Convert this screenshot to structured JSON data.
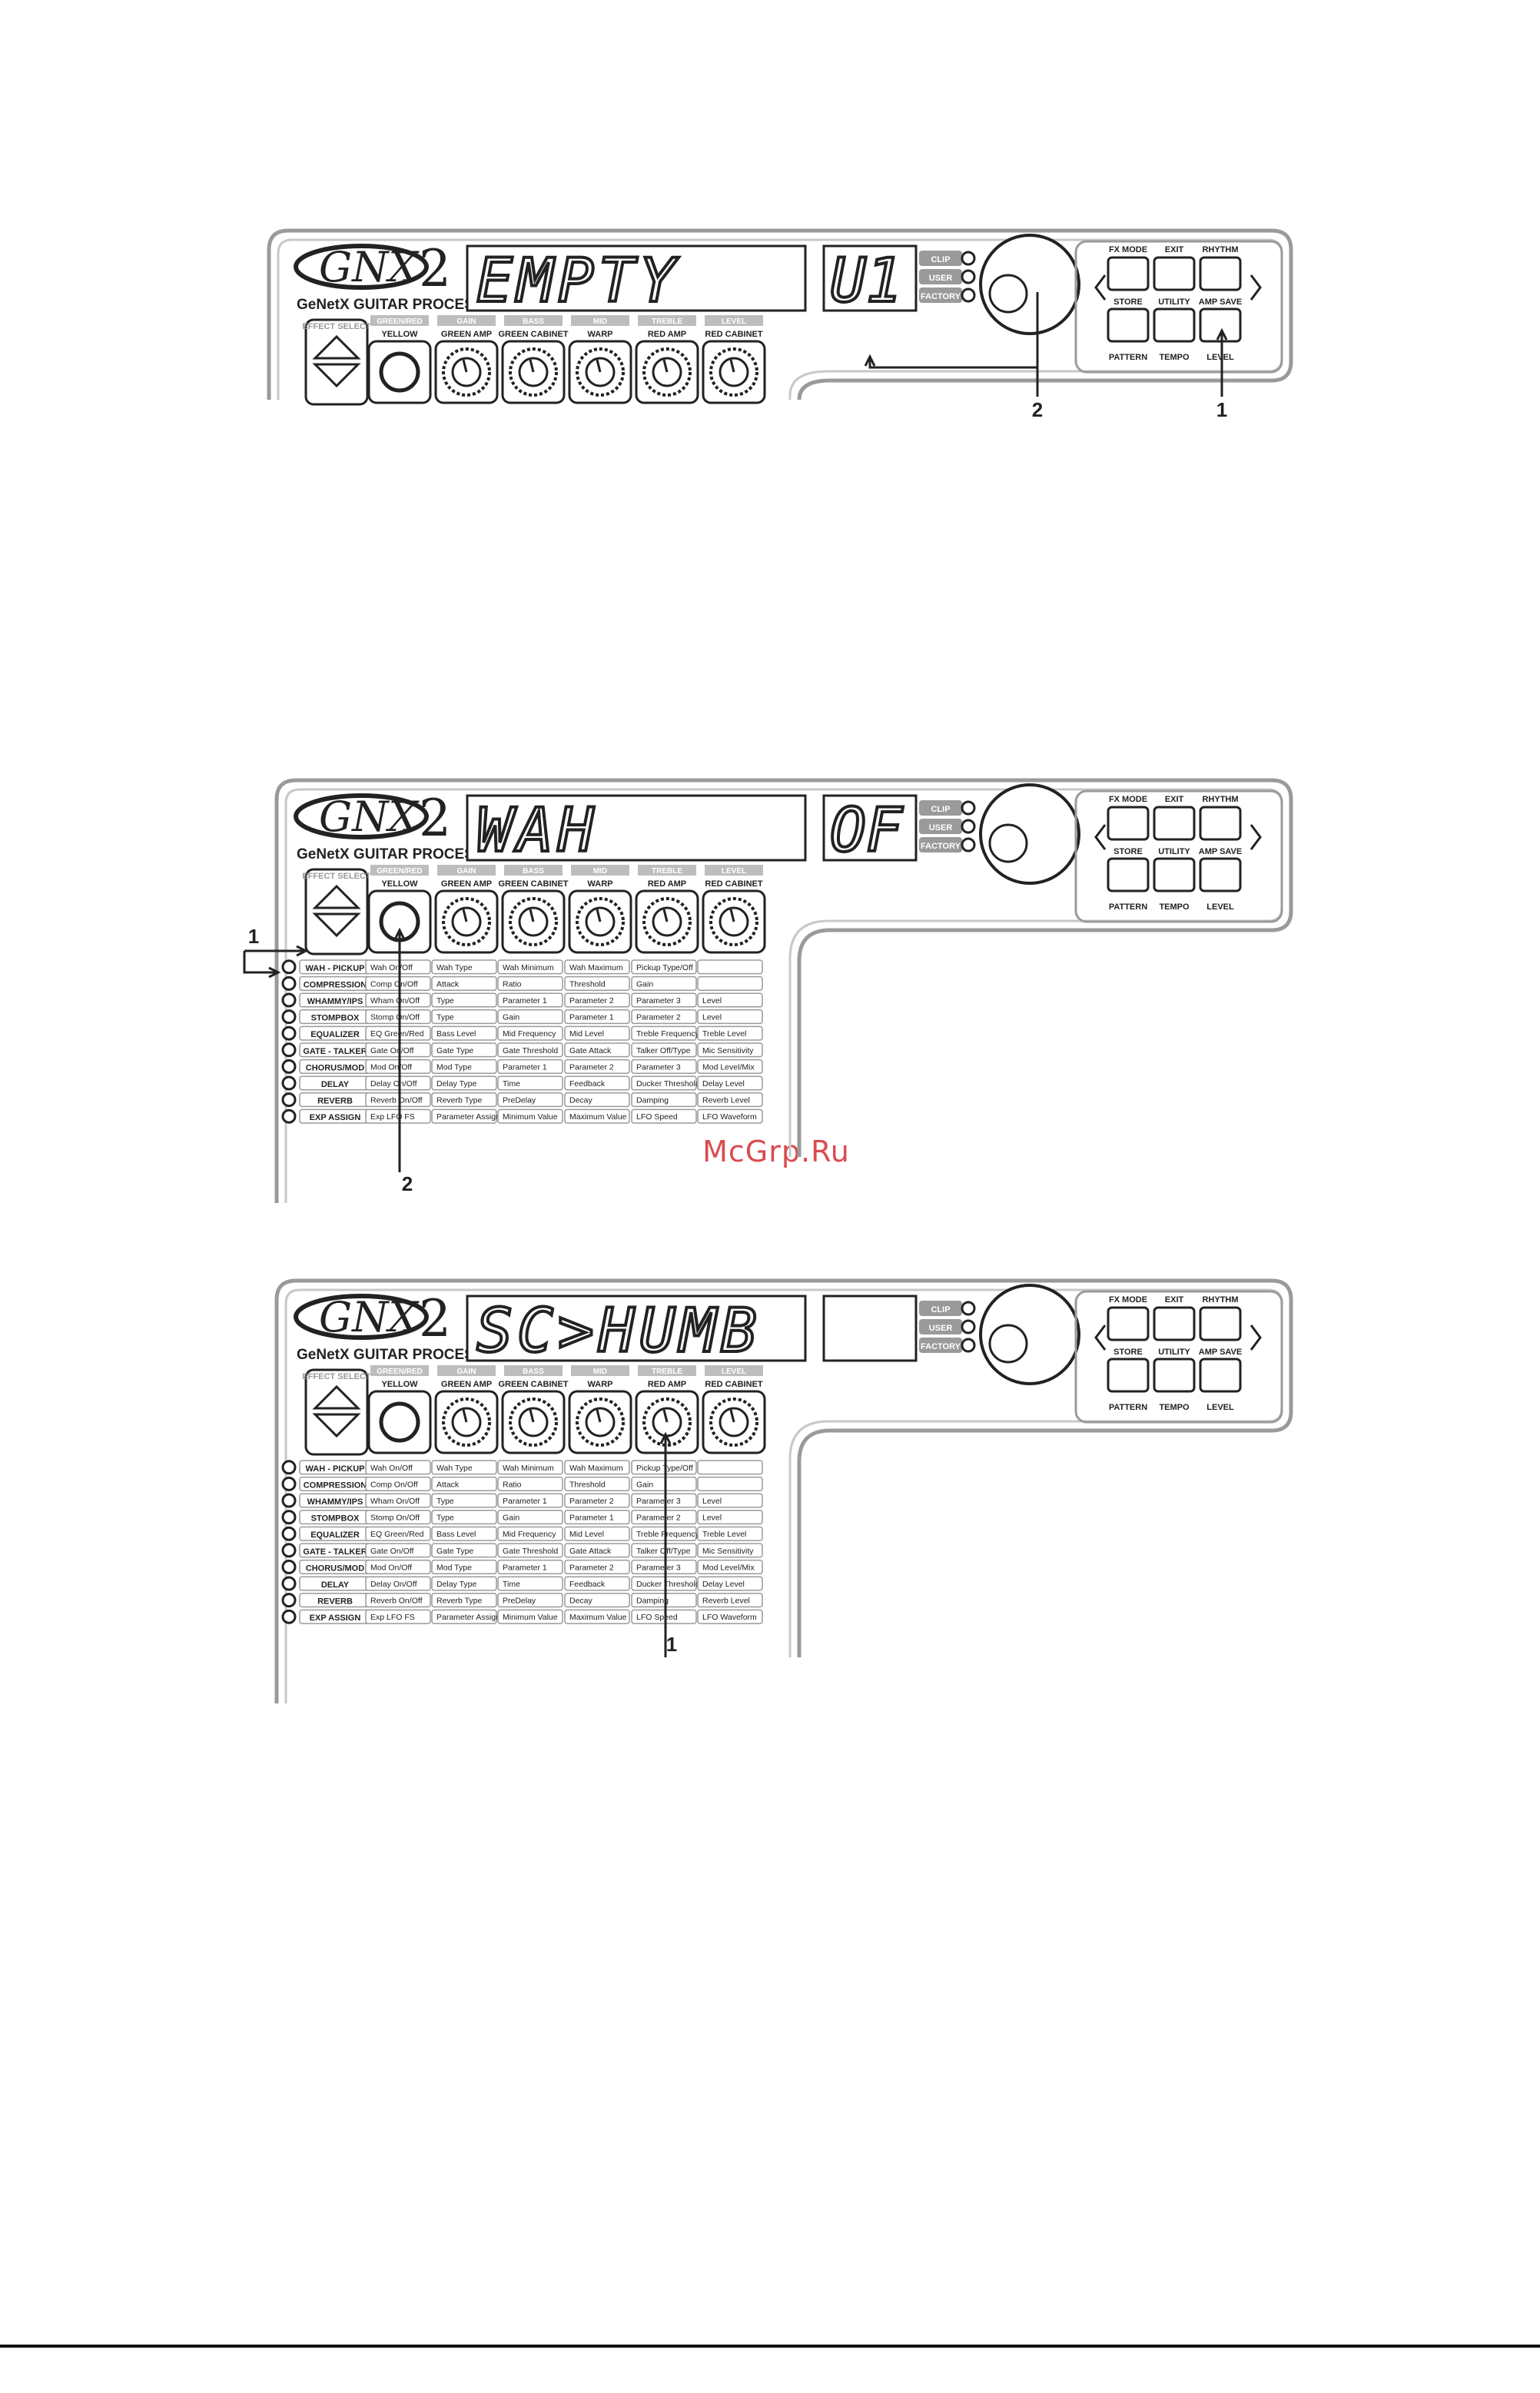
{
  "watermark": "McGrp.Ru",
  "device": {
    "logo": "GNX",
    "logo_digit": "2",
    "subtitle": "GeNetX GUITAR PROCESSOR",
    "status_leds": [
      "CLIP",
      "USER",
      "FACTORY"
    ],
    "effect_select": "EFFECT SELECT",
    "buttons": [
      {
        "top": "FX MODE",
        "bottom": "STORE"
      },
      {
        "top": "EXIT",
        "bottom": "UTILITY"
      },
      {
        "top": "RHYTHM",
        "bottom": "AMP SAVE"
      }
    ],
    "button_sublabels": [
      "PATTERN",
      "TEMPO",
      "LEVEL"
    ],
    "knob_columns": [
      {
        "top": "GREEN/RED",
        "bottom": "YELLOW"
      },
      {
        "top": "GAIN",
        "bottom": "GREEN AMP"
      },
      {
        "top": "BASS",
        "bottom": "GREEN CABINET"
      },
      {
        "top": "MID",
        "bottom": "WARP"
      },
      {
        "top": "TREBLE",
        "bottom": "RED AMP"
      },
      {
        "top": "LEVEL",
        "bottom": "RED CABINET"
      }
    ]
  },
  "matrix": {
    "rows": [
      {
        "label": "WAH - PICKUP",
        "cells": [
          "Wah On/Off",
          "Wah Type",
          "Wah Minimum",
          "Wah Maximum",
          "Pickup Type/Off",
          ""
        ]
      },
      {
        "label": "COMPRESSION",
        "cells": [
          "Comp On/Off",
          "Attack",
          "Ratio",
          "Threshold",
          "Gain",
          ""
        ]
      },
      {
        "label": "WHAMMY/IPS",
        "cells": [
          "Wham On/Off",
          "Type",
          "Parameter 1",
          "Parameter 2",
          "Parameter 3",
          "Level"
        ]
      },
      {
        "label": "STOMPBOX",
        "cells": [
          "Stomp On/Off",
          "Type",
          "Gain",
          "Parameter 1",
          "Parameter 2",
          "Level"
        ]
      },
      {
        "label": "EQUALIZER",
        "cells": [
          "EQ Green/Red",
          "Bass Level",
          "Mid Frequency",
          "Mid Level",
          "Treble Frequency",
          "Treble Level"
        ]
      },
      {
        "label": "GATE - TALKER",
        "cells": [
          "Gate On/Off",
          "Gate Type",
          "Gate Threshold",
          "Gate Attack",
          "Talker Off/Type",
          "Mic Sensitivity"
        ]
      },
      {
        "label": "CHORUS/MOD",
        "cells": [
          "Mod On/Off",
          "Mod Type",
          "Parameter 1",
          "Parameter 2",
          "Parameter 3",
          "Mod Level/Mix"
        ]
      },
      {
        "label": "DELAY",
        "cells": [
          "Delay On/Off",
          "Delay Type",
          "Time",
          "Feedback",
          "Ducker Threshold",
          "Delay Level"
        ]
      },
      {
        "label": "REVERB",
        "cells": [
          "Reverb On/Off",
          "Reverb Type",
          "PreDelay",
          "Decay",
          "Damping",
          "Reverb Level"
        ]
      },
      {
        "label": "EXP ASSIGN",
        "cells": [
          "Exp LFO FS",
          "Parameter Assign",
          "Minimum Value",
          "Maximum Value",
          "LFO Speed",
          "LFO Waveform"
        ]
      }
    ]
  },
  "panels": [
    {
      "display": "EMPTY",
      "small_display": "U1",
      "callouts": [
        "2",
        "1"
      ]
    },
    {
      "display": "WAH",
      "small_display": "OF",
      "callouts": [
        "1",
        "2"
      ]
    },
    {
      "display": "SC>HUMB",
      "small_display": "",
      "callouts": [
        "1"
      ]
    }
  ]
}
